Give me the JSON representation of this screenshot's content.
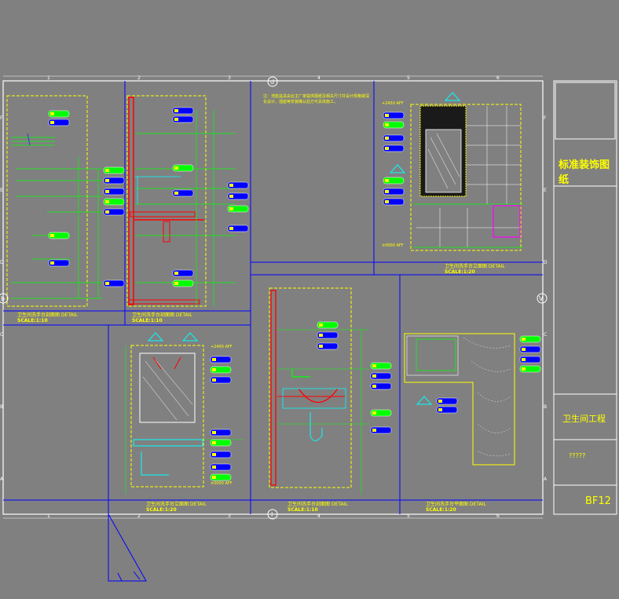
{
  "title_block": {
    "drawing_title": "标准装饰图纸",
    "project_name": "卫生间工程",
    "placeholder": "?????",
    "sheet_number": "BF12"
  },
  "note": "注：洗脸盆具由业主厂家提供图纸及相关尺寸并设计规格做深化设计，插座等安装确认后方可具体施工。",
  "details": [
    {
      "id": "c",
      "caption": "卫生间洗手台剖面图   DETAIL",
      "scale": "SCALE:1:10"
    },
    {
      "id": "b",
      "caption": "卫生间洗手台剖面图   DETAIL",
      "scale": "SCALE:1:10"
    },
    {
      "id": "A",
      "caption": "卫生间洗手台立面图   DETAIL",
      "scale": "SCALE:1:20"
    },
    {
      "id": "a",
      "caption": "卫生间洗手台立面图   DETAIL",
      "scale": "SCALE:1:20"
    },
    {
      "id": "b2",
      "caption": "卫生间洗手台剖面图   DETAIL",
      "scale": "SCALE:1:10"
    },
    {
      "id": "1",
      "caption": "卫生间洗手台平面图   DETAIL",
      "scale": "SCALE:1:20"
    }
  ],
  "levels": {
    "top_right": "+2450  AFF",
    "bottom_right": "±0000  AFF",
    "top_mid": "+2400  AFF",
    "bottom_mid": "±0000  AFF"
  },
  "grid": {
    "columns": [
      "1",
      "2",
      "3",
      "4",
      "5",
      "6"
    ],
    "rows": [
      "F",
      "E",
      "D",
      "C",
      "B",
      "A"
    ]
  },
  "section_markers": [
    "d",
    "b",
    "V",
    "I"
  ],
  "colors": {
    "background": "#808080",
    "linework": "#0000ff",
    "text": "#ffff00",
    "accent_green": "#00ff00",
    "accent_cyan": "#00ffff",
    "accent_red": "#ff0000",
    "accent_magenta": "#ff00ff"
  }
}
